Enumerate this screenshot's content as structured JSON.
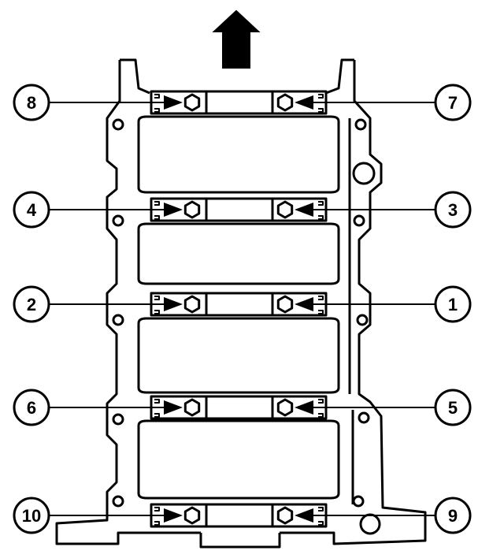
{
  "diagram": {
    "colors": {
      "stroke": "#000000",
      "fill": "#ffffff",
      "arrow": "#000000"
    },
    "front_arrow_icon": "thick-up-arrow",
    "bolt_icon": "hexagon",
    "callouts": [
      {
        "label": "8",
        "side": "left",
        "row": 0
      },
      {
        "label": "7",
        "side": "right",
        "row": 0
      },
      {
        "label": "4",
        "side": "left",
        "row": 1
      },
      {
        "label": "3",
        "side": "right",
        "row": 1
      },
      {
        "label": "2",
        "side": "left",
        "row": 2
      },
      {
        "label": "1",
        "side": "right",
        "row": 2
      },
      {
        "label": "6",
        "side": "left",
        "row": 3
      },
      {
        "label": "5",
        "side": "right",
        "row": 3
      },
      {
        "label": "10",
        "side": "left",
        "row": 4
      },
      {
        "label": "9",
        "side": "right",
        "row": 4
      }
    ]
  }
}
